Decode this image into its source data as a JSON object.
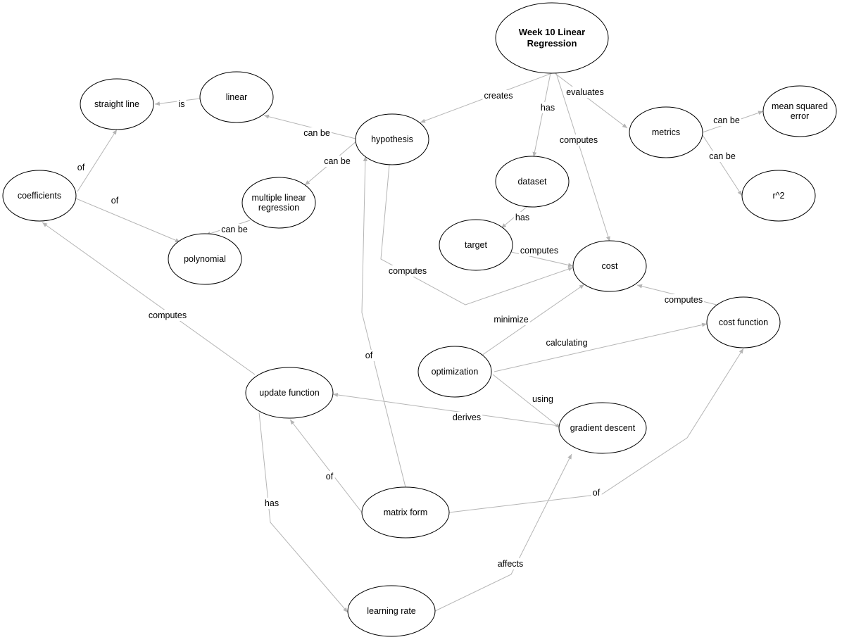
{
  "nodes": {
    "week10": {
      "lines": [
        "Week 10 Linear",
        "Regression"
      ]
    },
    "straight_line": {
      "lines": [
        "straight line"
      ]
    },
    "linear": {
      "lines": [
        "linear"
      ]
    },
    "hypothesis": {
      "lines": [
        "hypothesis"
      ]
    },
    "metrics": {
      "lines": [
        "metrics"
      ]
    },
    "mse": {
      "lines": [
        "mean squared",
        "error"
      ]
    },
    "coefficients": {
      "lines": [
        "coefficients"
      ]
    },
    "multiple_linear": {
      "lines": [
        "multiple linear",
        "regression"
      ]
    },
    "dataset": {
      "lines": [
        "dataset"
      ]
    },
    "r2": {
      "lines": [
        "r^2"
      ]
    },
    "polynomial": {
      "lines": [
        "polynomial"
      ]
    },
    "target": {
      "lines": [
        "target"
      ]
    },
    "cost": {
      "lines": [
        "cost"
      ]
    },
    "cost_function": {
      "lines": [
        "cost function"
      ]
    },
    "optimization": {
      "lines": [
        "optimization"
      ]
    },
    "update_function": {
      "lines": [
        "update function"
      ]
    },
    "gradient_descent": {
      "lines": [
        "gradient descent"
      ]
    },
    "matrix_form": {
      "lines": [
        "matrix form"
      ]
    },
    "learning_rate": {
      "lines": [
        "learning rate"
      ]
    }
  },
  "edges": [
    {
      "from": "week10",
      "to": "hypothesis",
      "label": "creates"
    },
    {
      "from": "week10",
      "to": "dataset",
      "label": "has"
    },
    {
      "from": "week10",
      "to": "metrics",
      "label": "evaluates"
    },
    {
      "from": "week10",
      "to": "cost",
      "label": "computes"
    },
    {
      "from": "linear",
      "to": "straight_line",
      "label": "is"
    },
    {
      "from": "hypothesis",
      "to": "linear",
      "label": "can be"
    },
    {
      "from": "hypothesis",
      "to": "multiple_linear",
      "label": "can be"
    },
    {
      "from": "multiple_linear",
      "to": "polynomial",
      "label": "can be"
    },
    {
      "from": "coefficients",
      "to": "straight_line",
      "label": "of"
    },
    {
      "from": "coefficients",
      "to": "polynomial",
      "label": "of"
    },
    {
      "from": "metrics",
      "to": "mse",
      "label": "can be"
    },
    {
      "from": "metrics",
      "to": "r2",
      "label": "can be"
    },
    {
      "from": "dataset",
      "to": "target",
      "label": "has"
    },
    {
      "from": "target",
      "to": "cost",
      "label": "computes"
    },
    {
      "from": "hypothesis",
      "to": "cost",
      "label": "computes"
    },
    {
      "from": "cost_function",
      "to": "cost",
      "label": "computes"
    },
    {
      "from": "optimization",
      "to": "cost",
      "label": "minimize"
    },
    {
      "from": "optimization",
      "to": "cost_function",
      "label": "calculating"
    },
    {
      "from": "optimization",
      "to": "gradient_descent",
      "label": "using"
    },
    {
      "from": "update_function",
      "to": "coefficients",
      "label": "computes"
    },
    {
      "from": "gradient_descent",
      "to": "update_function",
      "label": "derives"
    },
    {
      "from": "matrix_form",
      "to": "hypothesis",
      "label": "of"
    },
    {
      "from": "matrix_form",
      "to": "update_function",
      "label": "of"
    },
    {
      "from": "matrix_form",
      "to": "cost_function",
      "label": "of"
    },
    {
      "from": "update_function",
      "to": "learning_rate",
      "label": "has"
    },
    {
      "from": "learning_rate",
      "to": "gradient_descent",
      "label": "affects"
    }
  ]
}
